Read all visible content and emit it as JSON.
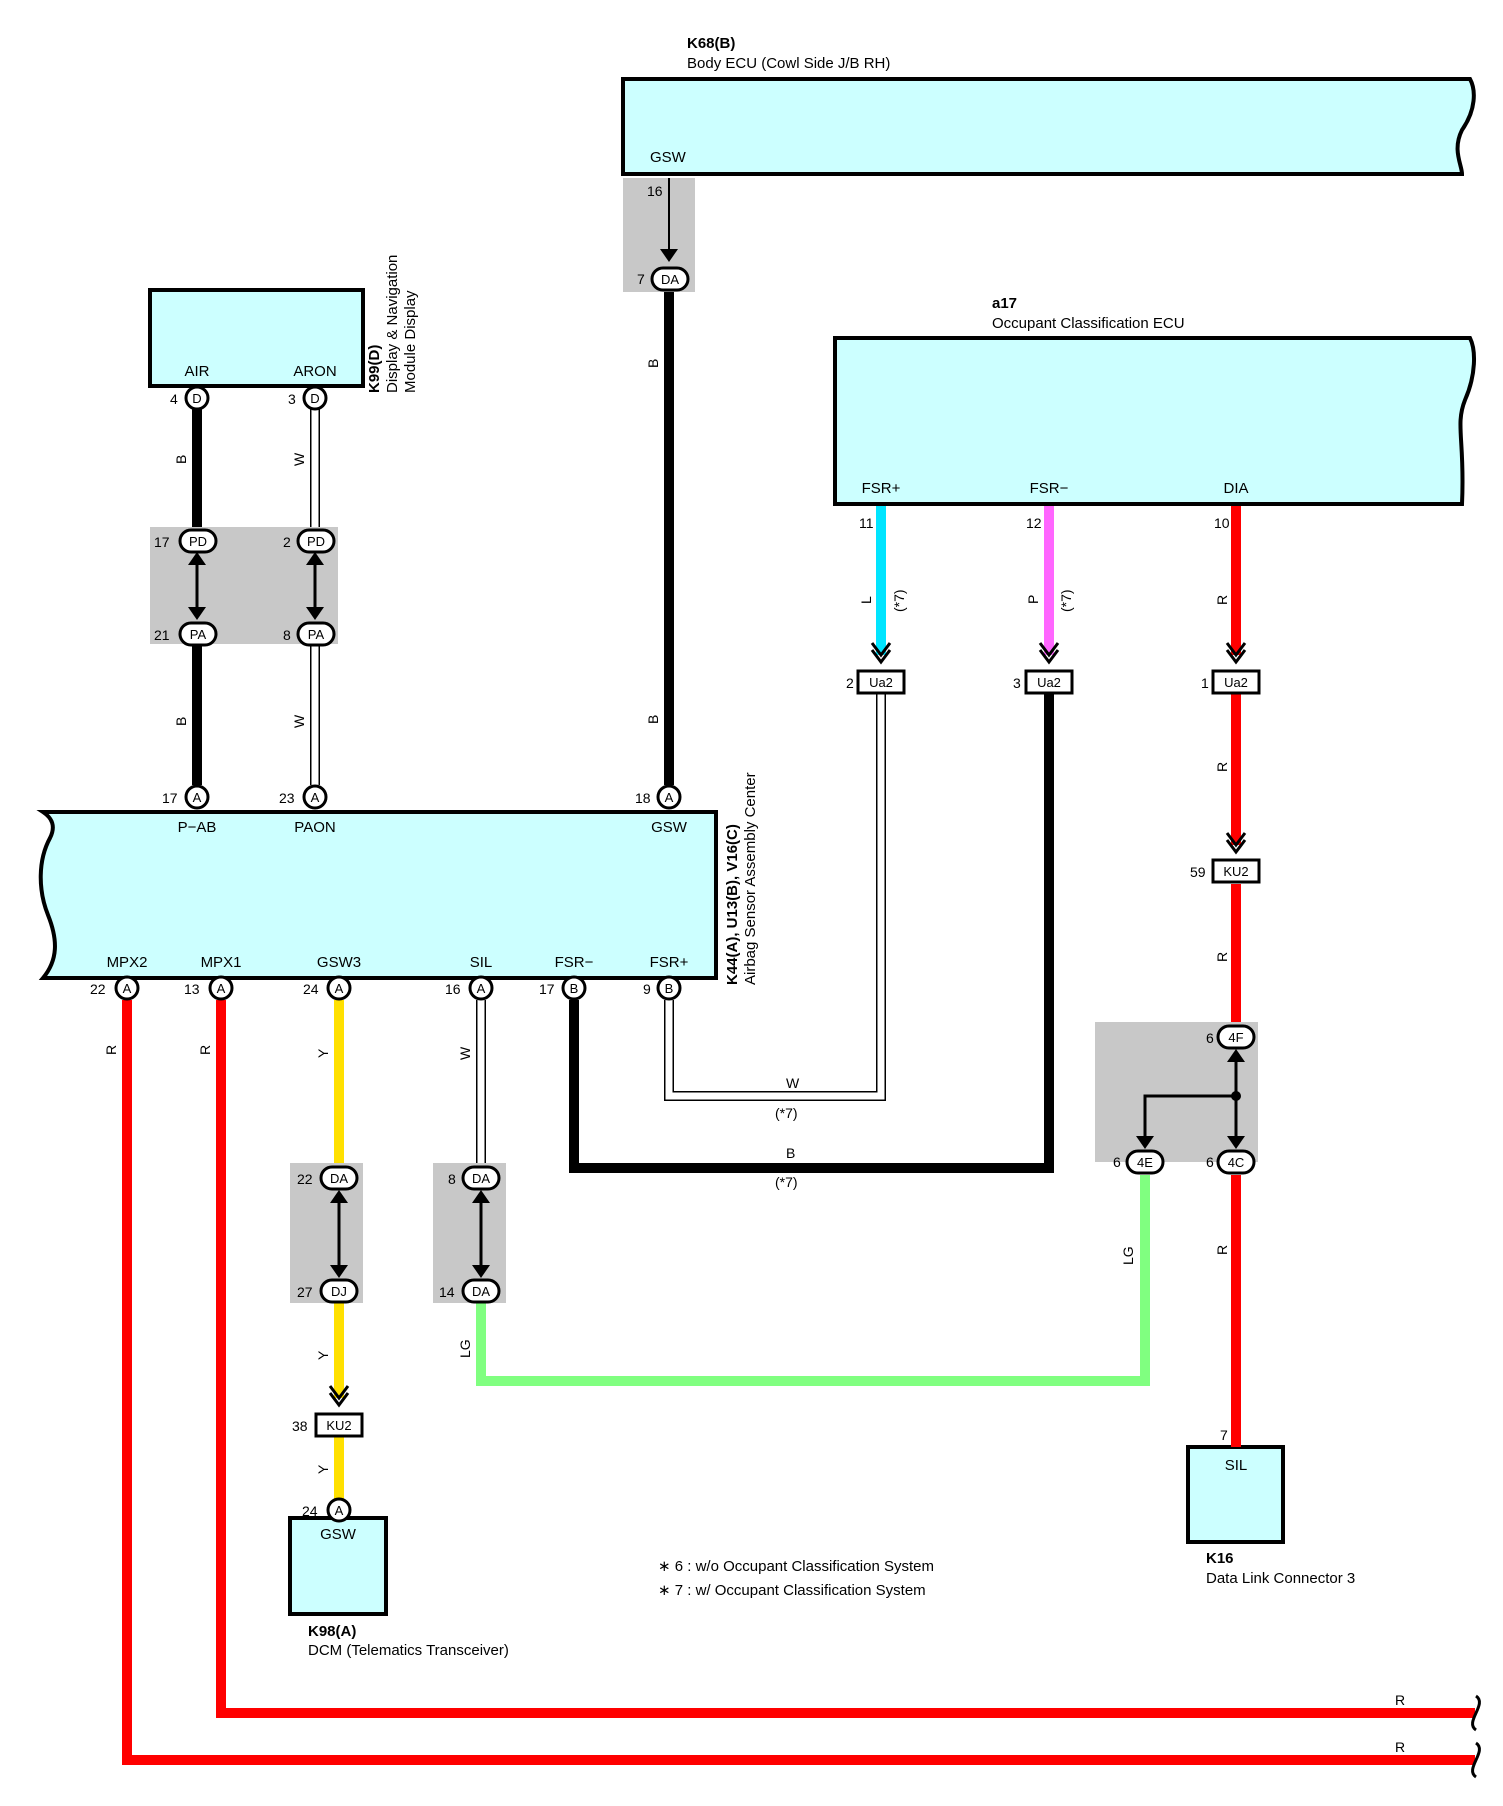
{
  "components": {
    "body_ecu": {
      "code": "K68(B)",
      "name": "Body ECU (Cowl Side J/B RH)",
      "pins": [
        "GSW"
      ]
    },
    "occupant_ecu": {
      "code": "a17",
      "name": "Occupant Classification ECU",
      "pins": [
        "FSR+",
        "FSR−",
        "DIA"
      ]
    },
    "display": {
      "code": "K99(D)",
      "name_line1": "Display & Navigation",
      "name_line2": "Module Display",
      "pins": [
        "AIR",
        "ARON"
      ]
    },
    "airbag": {
      "code": "K44(A), U13(B), V16(C)",
      "name": "Airbag Sensor Assembly Center",
      "top_pins": [
        "P−AB",
        "PAON",
        "GSW"
      ],
      "bottom_pins": [
        "MPX2",
        "MPX1",
        "GSW3",
        "SIL",
        "FSR−",
        "FSR+"
      ]
    },
    "dcm": {
      "code": "K98(A)",
      "name": "DCM (Telematics Transceiver)",
      "pins": [
        "GSW"
      ]
    },
    "dlc": {
      "code": "K16",
      "name": "Data Link Connector 3",
      "pins": [
        "SIL"
      ]
    }
  },
  "connectors": {
    "DA": "DA",
    "D": "D",
    "PD": "PD",
    "PA": "PA",
    "A": "A",
    "B": "B",
    "Ua2": "Ua2",
    "KU2": "KU2",
    "4F": "4F",
    "4E": "4E",
    "4C": "4C",
    "DJ": "DJ"
  },
  "pin_numbers": {
    "p16": "16",
    "p7": "7",
    "p4": "4",
    "p3": "3",
    "p17": "17",
    "p2": "2",
    "p21": "21",
    "p8": "8",
    "p23": "23",
    "p18": "18",
    "p11": "11",
    "p12": "12",
    "p10": "10",
    "p1": "1",
    "p59": "59",
    "p6": "6",
    "p22": "22",
    "p13": "13",
    "p24": "24",
    "p9": "9",
    "p27": "27",
    "p14": "14",
    "p38": "38"
  },
  "wire_colors": {
    "B": "B",
    "W": "W",
    "L": "L",
    "P": "P",
    "R": "R",
    "Y": "Y",
    "LG": "LG"
  },
  "notes": {
    "star7": "(*7)",
    "n6": "∗ 6 : w/o Occupant Classification System",
    "n7": "∗ 7 : w/ Occupant Classification System"
  },
  "colors": {
    "ecu_fill": "#ccffff",
    "splice_fill": "#c8c8c8",
    "black": "#000000",
    "red": "#ff0000",
    "cyan": "#00e5ff",
    "pink": "#ff66ff",
    "yellow": "#ffe000",
    "light_green": "#80ff80"
  }
}
